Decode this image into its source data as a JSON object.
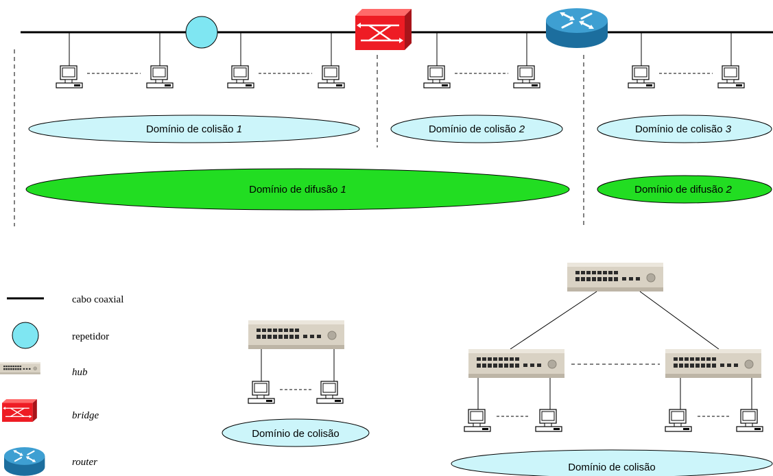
{
  "top": {
    "collision_domains": [
      {
        "text": "Domínio de colisão ",
        "num": "1"
      },
      {
        "text": "Domínio de colisão ",
        "num": "2"
      },
      {
        "text": "Domínio de colisão ",
        "num": "3"
      }
    ],
    "broadcast_domains": [
      {
        "text": "Domínio de difusão ",
        "num": "1"
      },
      {
        "text": "Domínio de difusão ",
        "num": "2"
      }
    ]
  },
  "legend": {
    "coax": "cabo coaxial",
    "repeater": "repetidor",
    "hub": "hub",
    "bridge": "bridge",
    "router": "router"
  },
  "bottom": {
    "single_hub_domain": "Domínio de colisão",
    "tree_domain": "Domínio de colisão"
  },
  "colors": {
    "collision_fill": "#ccf5fa",
    "broadcast_fill": "#22dd22",
    "repeater_fill": "#7fe6f2",
    "bridge_red": "#ee1c24",
    "router_blue": "#2a8cc0"
  }
}
